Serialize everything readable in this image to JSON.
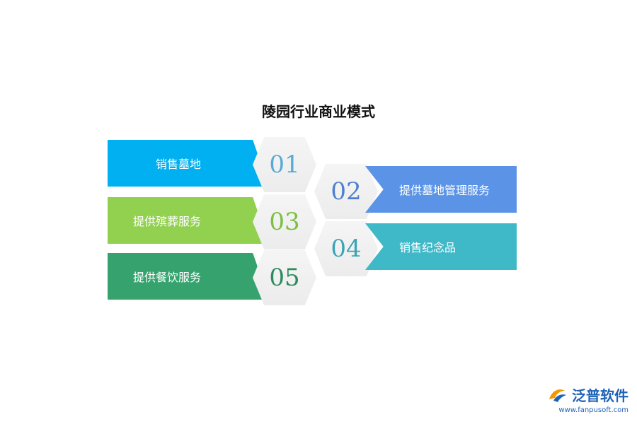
{
  "title": "陵园行业商业模式",
  "items": [
    {
      "num": "01",
      "label": "销售墓地",
      "band_color": "#00b0f0",
      "num_color": "#5aaad6"
    },
    {
      "num": "02",
      "label": "提供墓地管理服务",
      "band_color": "#5b94e6",
      "num_color": "#4f7fd0"
    },
    {
      "num": "03",
      "label": "提供殡葬服务",
      "band_color": "#92d050",
      "num_color": "#7cbf43"
    },
    {
      "num": "04",
      "label": "销售纪念品",
      "band_color": "#3fb8c8",
      "num_color": "#3aa4b5"
    },
    {
      "num": "05",
      "label": "提供餐饮服务",
      "band_color": "#36a36f",
      "num_color": "#2d8c5f"
    }
  ],
  "logo": {
    "name": "泛普软件",
    "url": "www.fanpusoft.com",
    "icon": "fanpu-logo-icon"
  }
}
